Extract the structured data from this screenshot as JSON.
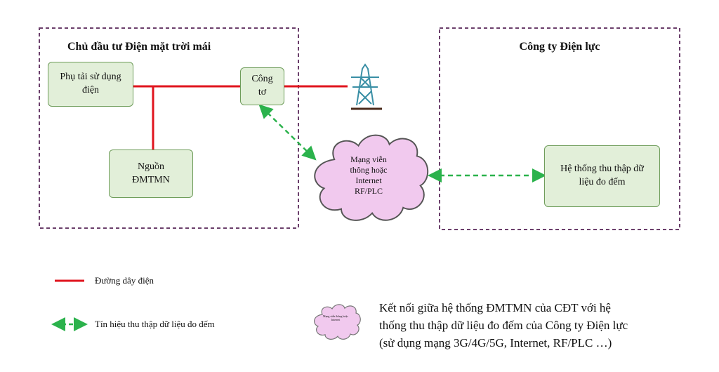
{
  "left_group": {
    "title": "Chủ đầu tư Điện mặt trời mái",
    "load_box": "Phụ tải sử dụng điện",
    "meter_box": "Công tơ",
    "source_box": "Nguồn ĐMTMN"
  },
  "cloud": {
    "label_lines": [
      "Mạng viễn",
      "thông hoặc",
      "Internet",
      "RF/PLC"
    ]
  },
  "right_group": {
    "title": "Công ty Điện lực",
    "system_box": "Hệ thống thu thập dữ liệu đo đếm"
  },
  "legend": {
    "power_line": "Đường dây điện",
    "data_signal": "Tín hiệu thu thập dữ liệu đo đếm",
    "cloud_label": "Mạng viễn thông hoặc Internet",
    "cloud_description_lines": [
      "Kết nối giữa hệ thống ĐMTMN của CĐT với hệ",
      "thống thu thập dữ liệu đo đếm của Công ty Điện lực",
      "(sử dụng mạng 3G/4G/5G, Internet, RF/PLC …)"
    ]
  },
  "colors": {
    "power_line": "#e0141e",
    "signal": "#2bb24c",
    "group_border": "#6b3f6b",
    "box_fill": "#e2efd9",
    "cloud_fill": "#f1c9ee"
  }
}
